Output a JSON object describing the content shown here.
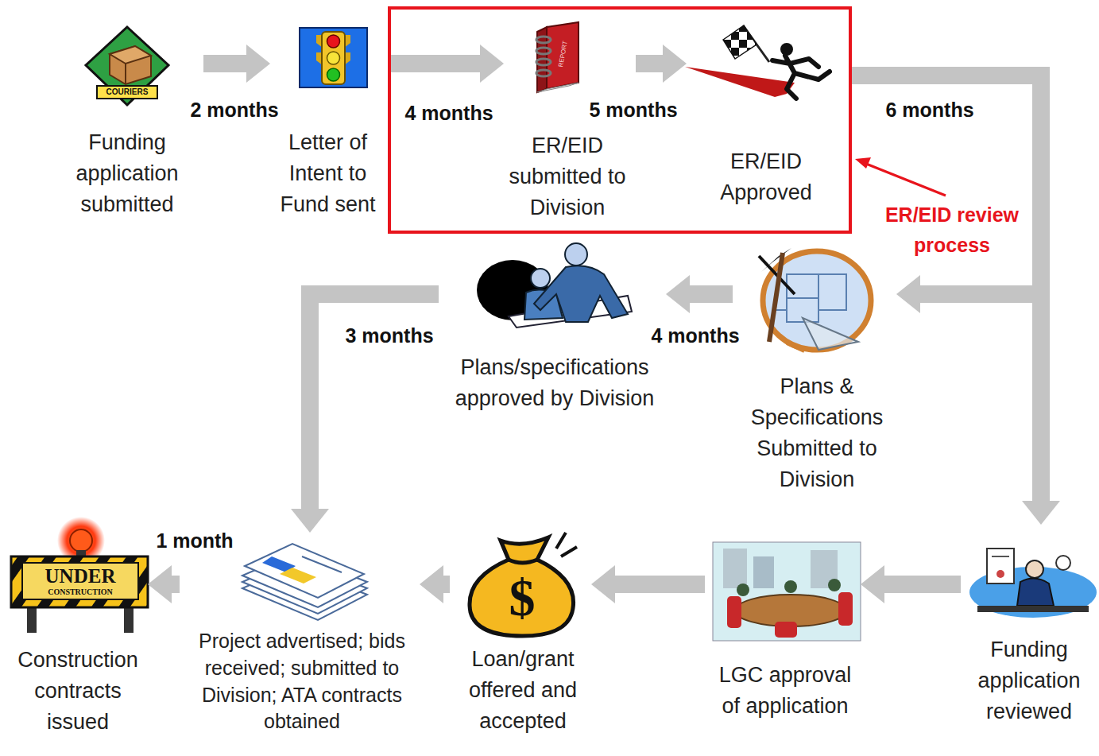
{
  "diagram": {
    "nodes": [
      {
        "text": [
          "Funding application submitted"
        ]
      },
      {
        "text": [
          "Letter of Intent to Fund sent"
        ]
      },
      {
        "text": [
          "ER/EID review process"
        ]
      },
      {
        "text": [
          "ER/EID submitted to Division"
        ],
        "in": 2
      },
      {
        "text": [
          "ER/EID Approved"
        ],
        "in": 2
      },
      {
        "text": [
          "Plans & Specifications Submitted to Division"
        ]
      },
      {
        "text": [
          "Plans/specifications approved by Division"
        ]
      },
      {
        "text": [
          "Funding application reviewed"
        ]
      },
      {
        "text": [
          "LGC approval of application"
        ]
      },
      {
        "text": [
          "Loan/grant offered and accepted"
        ]
      },
      {
        "text": [
          "Project advertised; bids received; submitted to Division; ATA contracts obtained"
        ]
      },
      {
        "text": [
          "Construction contracts issued"
        ]
      }
    ],
    "edges": [
      {
        "from": 0,
        "to": 1,
        "arrow": "to",
        "label": "2 months"
      },
      {
        "from": 1,
        "to": 3,
        "arrow": "to",
        "label": "4 months"
      },
      {
        "from": 3,
        "to": 4,
        "arrow": "to",
        "label": "5 months"
      },
      {
        "from": 4,
        "to": 5,
        "arrow": "to",
        "label": "6 months"
      },
      {
        "from": 4,
        "to": 7,
        "arrow": "to"
      },
      {
        "from": 5,
        "to": 6,
        "arrow": "to",
        "label": "4 months"
      },
      {
        "from": 6,
        "to": 10,
        "arrow": "to",
        "label": "3 months"
      },
      {
        "from": 7,
        "to": 8,
        "arrow": "to"
      },
      {
        "from": 8,
        "to": 9,
        "arrow": "to"
      },
      {
        "from": 9,
        "to": 10,
        "arrow": "to"
      },
      {
        "from": 10,
        "to": 11,
        "arrow": "to",
        "label": "1 month"
      }
    ],
    "labels": [
      "COURIERS",
      "REPORT",
      "$",
      "UNDER",
      "CONSTRUCTION"
    ]
  }
}
